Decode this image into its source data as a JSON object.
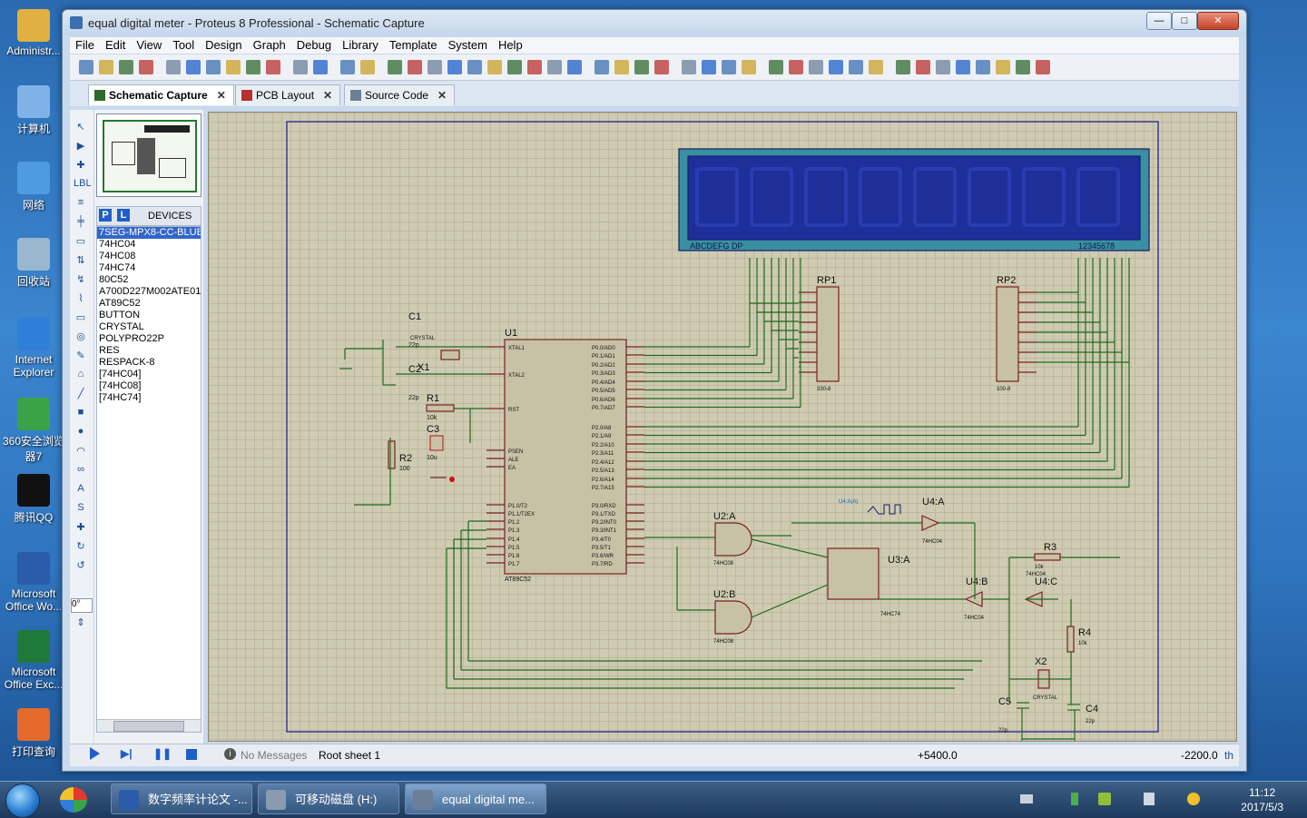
{
  "desktop": {
    "icons": [
      {
        "label": "Administr...",
        "color": "#e0b040"
      },
      {
        "label": "计算机",
        "color": "#7fb2e6"
      },
      {
        "label": "网络",
        "color": "#4f9be0"
      },
      {
        "label": "回收站",
        "color": "#9bb7cf"
      },
      {
        "label": "Internet Explorer",
        "color": "#2f7fd8"
      },
      {
        "label": "360安全浏览器7",
        "color": "#3aa34a"
      },
      {
        "label": "腾讯QQ",
        "color": "#111111"
      },
      {
        "label": "Microsoft Office Wo...",
        "color": "#2a5caa"
      },
      {
        "label": "Microsoft Office Exc...",
        "color": "#1f7a3a"
      },
      {
        "label": "打印查询",
        "color": "#e36a2a"
      }
    ]
  },
  "window": {
    "title": "equal digital meter - Proteus 8 Professional - Schematic Capture",
    "controls": {
      "minimize": "—",
      "maximize": "□",
      "close": "✕"
    }
  },
  "menu": [
    "File",
    "Edit",
    "View",
    "Tool",
    "Design",
    "Graph",
    "Debug",
    "Library",
    "Template",
    "System",
    "Help"
  ],
  "tabs": [
    {
      "label": "Schematic Capture",
      "active": true
    },
    {
      "label": "PCB Layout",
      "active": false
    },
    {
      "label": "Source Code",
      "active": false
    }
  ],
  "panel": {
    "mode_p": "P",
    "mode_l": "L",
    "devices_title": "DEVICES",
    "devices": [
      "7SEG-MPX8-CC-BLUE",
      "74HC04",
      "74HC08",
      "74HC74",
      "80C52",
      "A700D227M002ATE01",
      "AT89C52",
      "BUTTON",
      "CRYSTAL",
      "POLYPRO22P",
      "RES",
      "RESPACK-8",
      "[74HC04]",
      "[74HC08]",
      "[74HC74]"
    ],
    "selected_index": 0,
    "rotation": "0°"
  },
  "schematic": {
    "display": {
      "seg_label": "ABCDEFG  DP",
      "digit_label": "12345678"
    },
    "labels": {
      "u1": "U1",
      "u1_part": "AT89C52",
      "c1": "C1",
      "c1_val": "22p",
      "c2": "C2",
      "c2_val": "22p",
      "x1": "X1",
      "crystal": "CRYSTAL",
      "r1": "R1",
      "r1_val": "10k",
      "c3": "C3",
      "c3_val": "10u",
      "r2": "R2",
      "r2_val": "100",
      "rp1": "RP1",
      "rp1_val": "330-8",
      "rp2": "RP2",
      "rp2_val": "100-8",
      "u2a": "U2:A",
      "u2b": "U2:B",
      "u2_part": "74HC08",
      "u3a": "U3:A",
      "u3_part": "74HC74",
      "u4a": "U4:A",
      "u4b": "U4:B",
      "u4c": "U4:C",
      "u4_part": "74HC04",
      "r3": "R3",
      "r3_val": "10k",
      "r4": "R4",
      "r4_val": "10k",
      "x2": "X2",
      "c4": "C4",
      "c4_val": "22p",
      "c5": "C5",
      "c5_val": "22p",
      "probe": "U4:A(A)"
    },
    "u1_left_pins": [
      "XTAL1",
      "XTAL2",
      "RST",
      "PSEN",
      "ALE",
      "EA",
      "P1.0/T2",
      "P1.1/T2EX",
      "P1.2",
      "P1.3",
      "P1.4",
      "P1.5",
      "P1.6",
      "P1.7"
    ],
    "u1_right_pins": [
      "P0.0/AD0",
      "P0.1/AD1",
      "P0.2/AD2",
      "P0.3/AD3",
      "P0.4/AD4",
      "P0.5/AD5",
      "P0.6/AD6",
      "P0.7/AD7",
      "P2.0/A8",
      "P2.1/A9",
      "P2.2/A10",
      "P2.3/A11",
      "P2.4/A12",
      "P2.5/A13",
      "P2.6/A14",
      "P2.7/A15",
      "P3.0/RXD",
      "P3.1/TXD",
      "P3.2/INT0",
      "P3.3/INT1",
      "P3.4/T0",
      "P3.5/T1",
      "P3.6/WR",
      "P3.7/RD"
    ]
  },
  "status": {
    "messages": "No Messages",
    "sheet": "Root sheet 1",
    "x": "+5400.0",
    "y": "-2200.0",
    "unit": "th"
  },
  "taskbar": {
    "tasks": [
      {
        "label": "数字频率计论文 -...",
        "active": false
      },
      {
        "label": "可移动磁盘 (H:)",
        "active": false
      },
      {
        "label": "equal digital me...",
        "active": true
      }
    ],
    "time": "11:12",
    "date": "2017/5/3"
  }
}
